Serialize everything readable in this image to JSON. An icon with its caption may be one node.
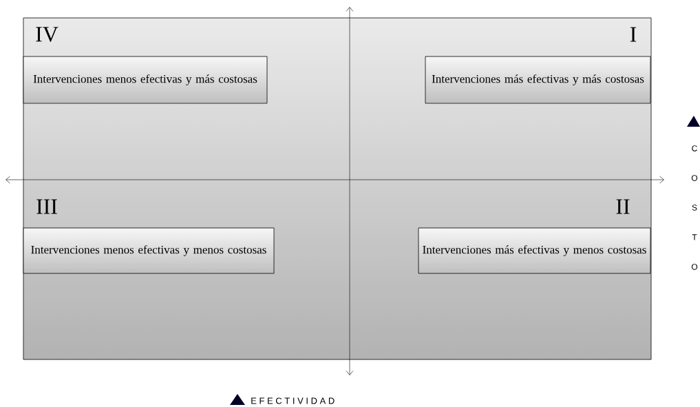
{
  "diagram": {
    "nodes": [
      {
        "text": [
          "Intervenciones menos efectivas y más costosas"
        ]
      },
      {
        "text": [
          "Intervenciones más efectivas y más costosas"
        ]
      },
      {
        "text": [
          "Intervenciones menos efectivas y menos costosas"
        ]
      },
      {
        "text": [
          "Intervenciones más efectivas y menos costosas"
        ]
      }
    ],
    "labels": [
      "IV",
      "I",
      "III",
      "II",
      "C O S T O",
      "E F E C T I V I D A D"
    ]
  }
}
